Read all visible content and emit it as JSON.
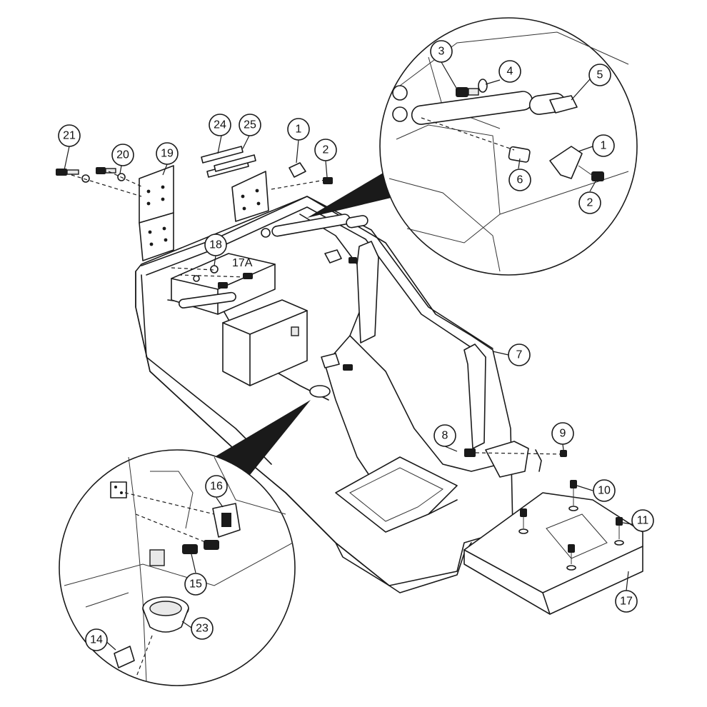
{
  "callouts": {
    "c1": "1",
    "c2": "2",
    "c3": "3",
    "c4": "4",
    "c5": "5",
    "c6": "6",
    "c7": "7",
    "c8": "8",
    "c9": "9",
    "c10": "10",
    "c11": "11",
    "c14": "14",
    "c15": "15",
    "c16": "16",
    "c17": "17",
    "c17a": "17A",
    "c18": "18",
    "c19": "19",
    "c20": "20",
    "c21": "21",
    "c23": "23",
    "c24": "24",
    "c25": "25"
  },
  "colors": {
    "ink": "#1a1a1a",
    "paper": "#ffffff",
    "shade": "#e9e9e9"
  }
}
